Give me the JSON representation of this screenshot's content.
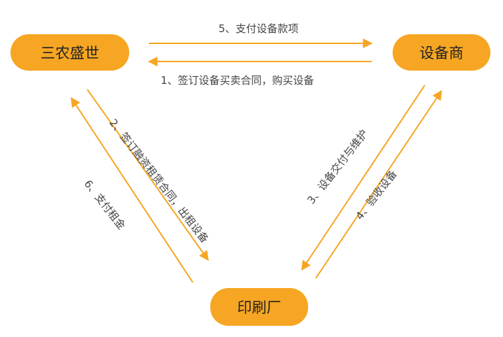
{
  "nodes": {
    "sannong": "三农盛世",
    "shebei": "设备商",
    "yinshua": "印刷厂"
  },
  "edges": {
    "e5": "5、支付设备款项",
    "e1": "1、签订设备买卖合同，购买设备",
    "e2": "2、签订融资租赁合同，出租设备",
    "e6": "6、支付租金",
    "e3": "3、设备交付与维护",
    "e4": "4、验收设备"
  },
  "colors": {
    "node_fill": "#F6A623",
    "arrow": "#F6A623",
    "text": "#444444"
  }
}
